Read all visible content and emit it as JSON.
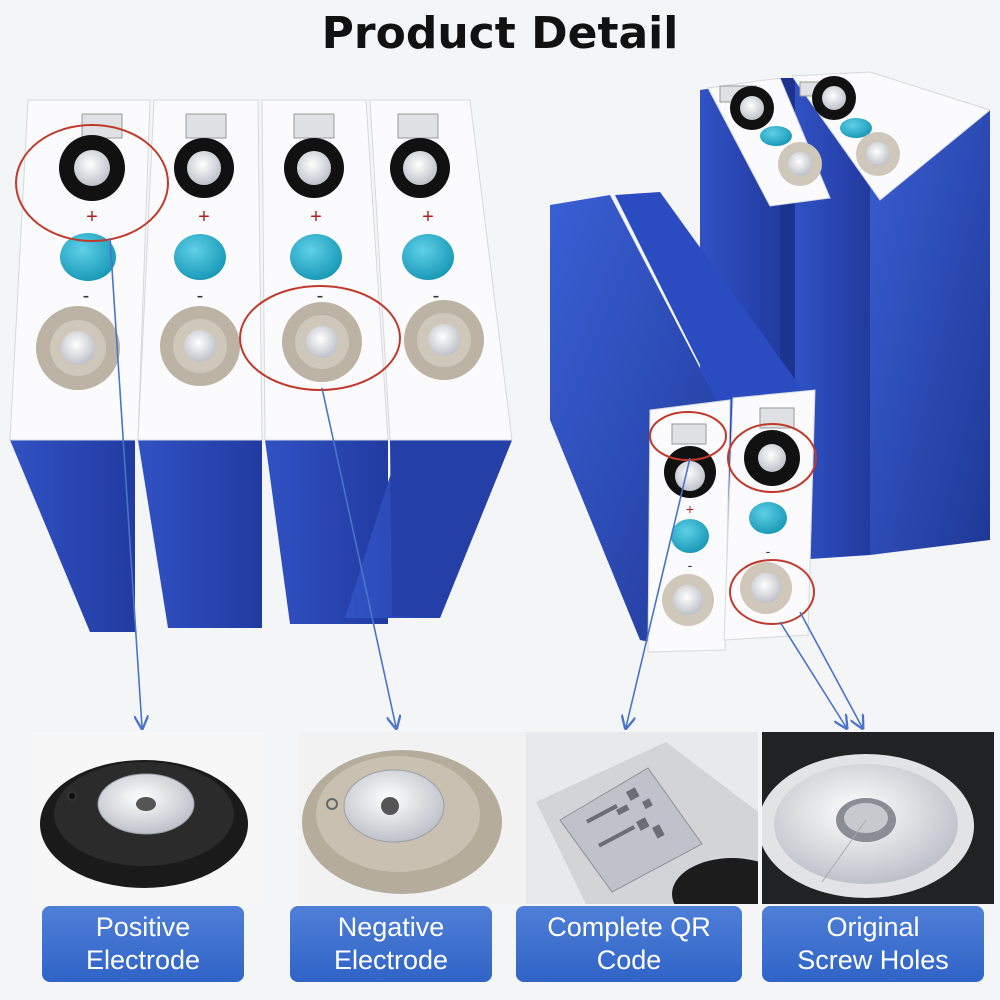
{
  "title": "Product Detail",
  "colors": {
    "cell_blue": "#2a48b8",
    "cap_white": "#fbfbfd",
    "callout_red": "#c0392b",
    "arrow_blue": "#4a74c9",
    "label_blue": "#3a6cd0"
  },
  "terminal_marks": {
    "plus": "+",
    "minus": "-"
  },
  "features": [
    {
      "icon": "positive-terminal-icon",
      "line1": "Positive",
      "line2": "Electrode"
    },
    {
      "icon": "negative-terminal-icon",
      "line1": "Negative",
      "line2": "Electrode"
    },
    {
      "icon": "qr-code-icon",
      "line1": "Complete QR",
      "line2": "Code"
    },
    {
      "icon": "screw-hole-icon",
      "line1": "Original",
      "line2": "Screw Holes"
    }
  ]
}
